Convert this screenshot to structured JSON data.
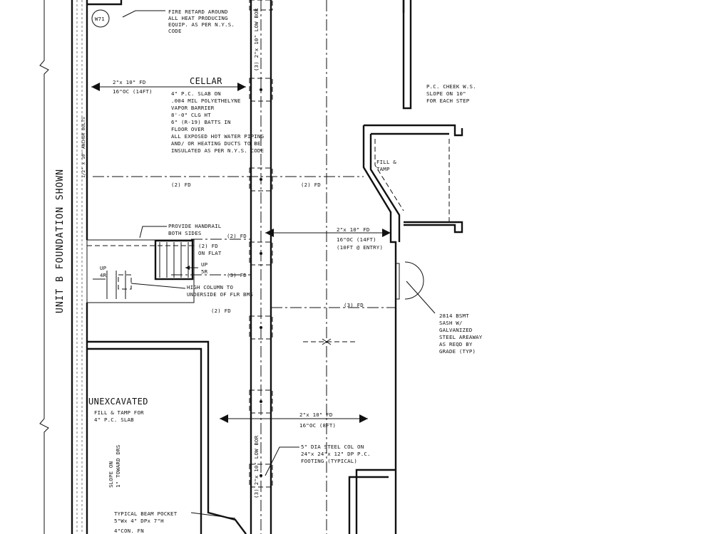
{
  "drawing": {
    "side_label": "UNIT B FOUNDATION SHOWN",
    "tag_w": "W71",
    "fire_note": [
      "FIRE RETARD AROUND",
      "ALL HEAT PRODUCING",
      "EQUIP. AS PER N.Y.S.",
      "CODE"
    ],
    "left_joist": [
      "2\"x 10\" FD",
      "16\"OC (14FT)"
    ],
    "cellar_title": "CELLAR",
    "cellar_notes": [
      "4\" P.C. SLAB ON",
      ".004 MIL POLYETHELYNE",
      "VAPOR BARRIER",
      "8'-0\" CLG HT",
      "6\" (R-19) BATTS IN",
      "FLOOR OVER",
      "ALL EXPOSED HOT WATER PIPING",
      "AND/ OR HEATING DUCTS TO BE",
      "INSULATED AS PER N.Y.S. CODE"
    ],
    "beam_top": "(3) 2\"x 10\" LOW BOR",
    "beam_2fd_a": "(2) FD",
    "beam_2fd_b": "(2) FD",
    "cheek_note": [
      "P.C. CHEEK W.S.",
      "SLOPE ON 10\"",
      "FOR EACH STEP"
    ],
    "fill_tamp": [
      "FILL &",
      "TAMP"
    ],
    "handrail_note": [
      "PROVIDE HANDRAIL",
      "BOTH SIDES"
    ],
    "stair_2fd_a": "(2) FD",
    "stair_flat": [
      "(2) FD",
      "ON FLAT"
    ],
    "up_label": [
      "UP",
      "5R"
    ],
    "up_label_left": [
      "UP",
      "4R"
    ],
    "stair_3fd": "(3) FD",
    "high_column": [
      "HIGH COLUMN TO",
      "UNDERSIDE OF FLR BMS"
    ],
    "center_joist": [
      "2\"x 10\" FD",
      "16\"OC (14FT)",
      "(10FT @ ENTRY)"
    ],
    "beam_3fd_right": "(3) FD",
    "beam_2fd_lower": "(2) FD",
    "window_note": [
      "2814 BSMT",
      "SASH W/",
      "GALVANIZED",
      "STEEL AREAWAY",
      "AS REQD BY",
      "GRADE (TYP)"
    ],
    "unexcavated_title": "UNEXCAVATED",
    "unexcavated_note": [
      "FILL & TAMP FOR",
      "4\" P.C. SLAB"
    ],
    "slope_note": [
      "SLOPE ON",
      "1\" TOWARD DRS"
    ],
    "lower_joist": [
      "2\"x 10\" FD",
      "16\"OC (8FT)"
    ],
    "beam_low": "(3) 2\"x 10\" LOW BOR",
    "steel_col_note": [
      "5\" DIA STEEL COL ON",
      "24\"x 24\"x 12\" DP P.C.",
      "FOOTING (TYPICAL)"
    ],
    "beam_pocket": [
      "TYPICAL BEAM POCKET",
      "5\"Wx 4\" DPx 7\"H"
    ],
    "bottom_cut": "4\"CON. FN",
    "wall_vert_text": "1/2\" x 10\" ANCHOR BOLTS"
  },
  "colors": {
    "ink": "#111111",
    "paper": "#ffffff"
  }
}
